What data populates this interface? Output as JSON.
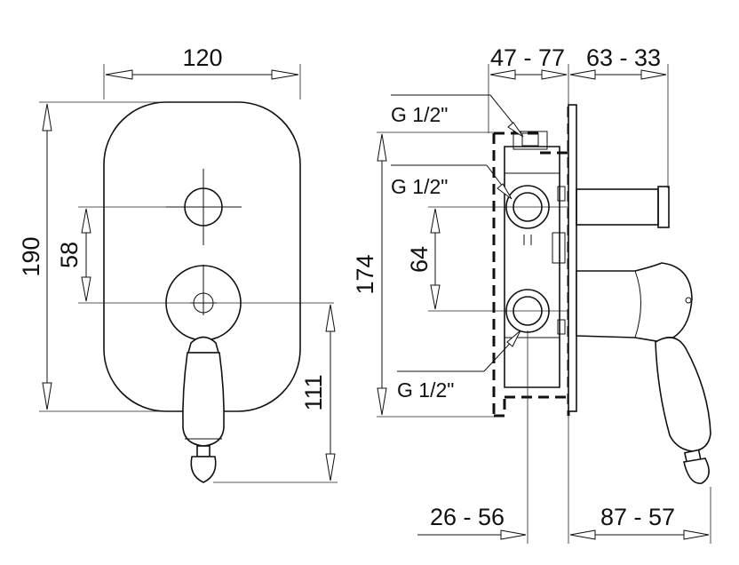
{
  "front_view": {
    "width_dim": "120",
    "height_dim": "190",
    "axis_distance_dim": "58",
    "handle_length_dim": "111"
  },
  "side_view": {
    "depth_dim_top_left": "47 - 77",
    "depth_dim_top_right": "63 - 33",
    "height_dim": "174",
    "inlet_spacing_dim": "64",
    "thread_top": "G 1/2\"",
    "thread_middle": "G 1/2\"",
    "thread_bottom": "G 1/2\"",
    "depth_dim_bottom_left": "26 - 56",
    "depth_dim_bottom_right": "87 - 57"
  }
}
